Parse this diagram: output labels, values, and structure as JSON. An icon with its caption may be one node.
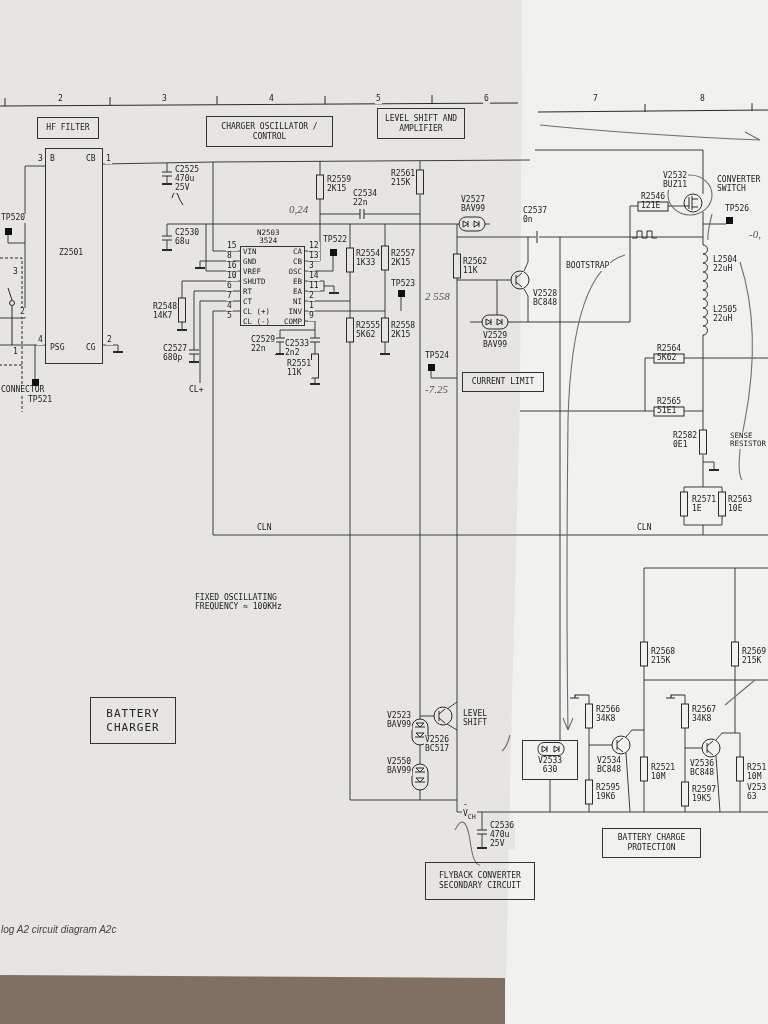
{
  "diagram": {
    "nodes": [
      {
        "text": [
          "HF FILTER"
        ]
      },
      {
        "text": [
          "CHARGER OSCILLATOR / CONTROL"
        ]
      },
      {
        "text": [
          "LEVEL SHIFT AND AMPLIFIER"
        ]
      },
      {
        "text": [
          "Z2501",
          "B",
          "CB",
          "PSG",
          "CG"
        ]
      },
      {
        "text": [
          "N2503 3524",
          "VIN",
          "GND",
          "VREF",
          "SHUTD",
          "RT",
          "CT",
          "CL (+)",
          "CL (-)",
          "CA",
          "CB",
          "OSC",
          "EB",
          "EA",
          "NI",
          "INV",
          "COMP"
        ]
      },
      {
        "text": [
          "CURRENT LIMIT"
        ]
      },
      {
        "text": [
          "BATTERY CHARGER"
        ]
      },
      {
        "text": [
          "V2533 630"
        ]
      },
      {
        "text": [
          "BATTERY CHARGE PROTECTION"
        ]
      },
      {
        "text": [
          "FLYBACK CONVERTER SECONDARY CIRCUIT"
        ]
      }
    ],
    "edges": [
      {
        "from": 3,
        "to": 4,
        "arrow": "none"
      }
    ],
    "labels": [
      "2",
      "3",
      "4",
      "5",
      "6",
      "7",
      "8",
      "3",
      "1",
      "C2525 470u 25V",
      "R2559 2K15",
      "R2561 215K",
      "V2532 BUZ11",
      "CONVERTER SWITCH",
      "C2534 22n",
      "V2527 BAV99",
      "R2546 121E",
      "0,24",
      "C2537 0n",
      "TP526",
      "TP520",
      "-0,",
      "C2530 68u",
      "15",
      "8",
      "16",
      "10",
      "6",
      "7",
      "4",
      "5",
      "12",
      "13",
      "3",
      "14",
      "11",
      "2",
      "1",
      "9",
      "TP522",
      "R2554 1K33",
      "R2557 2K15",
      "R2562 11K",
      "BOOTSTRAP",
      "L2504 22uH",
      "3",
      "TP523",
      "V2528 BC848",
      "2 558",
      "R2548 14K7",
      "2",
      "L2505 22uH",
      "R2555 5K62",
      "R2558 2K15",
      "C2529 22n",
      "C2533 2n2",
      "V2529 BAV99",
      "4",
      "2",
      "1",
      "C2527 680p",
      "R2564 5K62",
      "TP524",
      "R2551 11K",
      "CONNECTOR",
      "CL+",
      "-7.25",
      "TP521",
      "R2565 51E1",
      "R2582 0E1",
      "SENSE RESISTOR",
      "R2571 1E",
      "R2563 10E",
      "CLN",
      "CLN",
      "FIXED OSCILLATING FREQUENCY ≈ 100KHz",
      "R2568 215K",
      "R2569 215K",
      "V2523 BAV99",
      "LEVEL SHIFT",
      "R2566 34K8",
      "R2567 34K8",
      "V2526 BC517",
      "V2550 BAV99",
      "V2534 BC848",
      "R2521 10M",
      "V2536 BC848",
      "R251 10M",
      "R2595 19K6",
      "R2597 19K5",
      "V253 63",
      "-V$_{CH}$",
      "C2536 470u 25V",
      "log A2 circuit diagram A2c"
    ]
  }
}
